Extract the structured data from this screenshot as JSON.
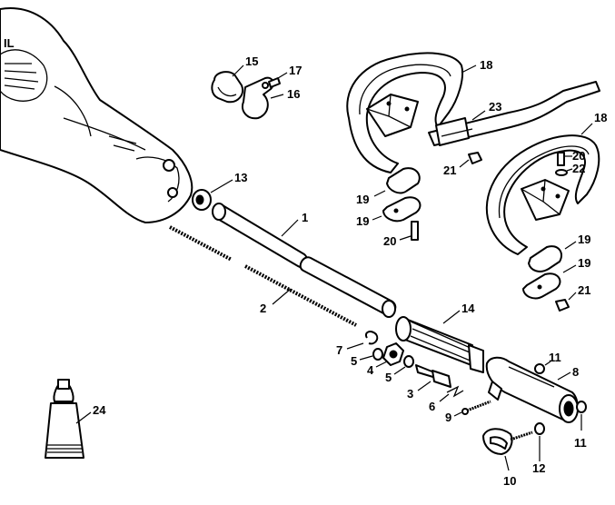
{
  "labels": {
    "p1": "1",
    "p2": "2",
    "p3": "3",
    "p4": "4",
    "p5a": "5",
    "p5b": "5",
    "p6": "6",
    "p7": "7",
    "p8": "8",
    "p9": "9",
    "p10": "10",
    "p11a": "11",
    "p11b": "11",
    "p12": "12",
    "p13": "13",
    "p14": "14",
    "p15": "15",
    "p16": "16",
    "p17": "17",
    "p18a": "18",
    "p18b": "18",
    "p19a": "19",
    "p19b": "19",
    "p19c": "19",
    "p19d": "19",
    "p20a": "20",
    "p20b": "20",
    "p21a": "21",
    "p21b": "21",
    "p22": "22",
    "p23": "23",
    "p24": "24"
  }
}
